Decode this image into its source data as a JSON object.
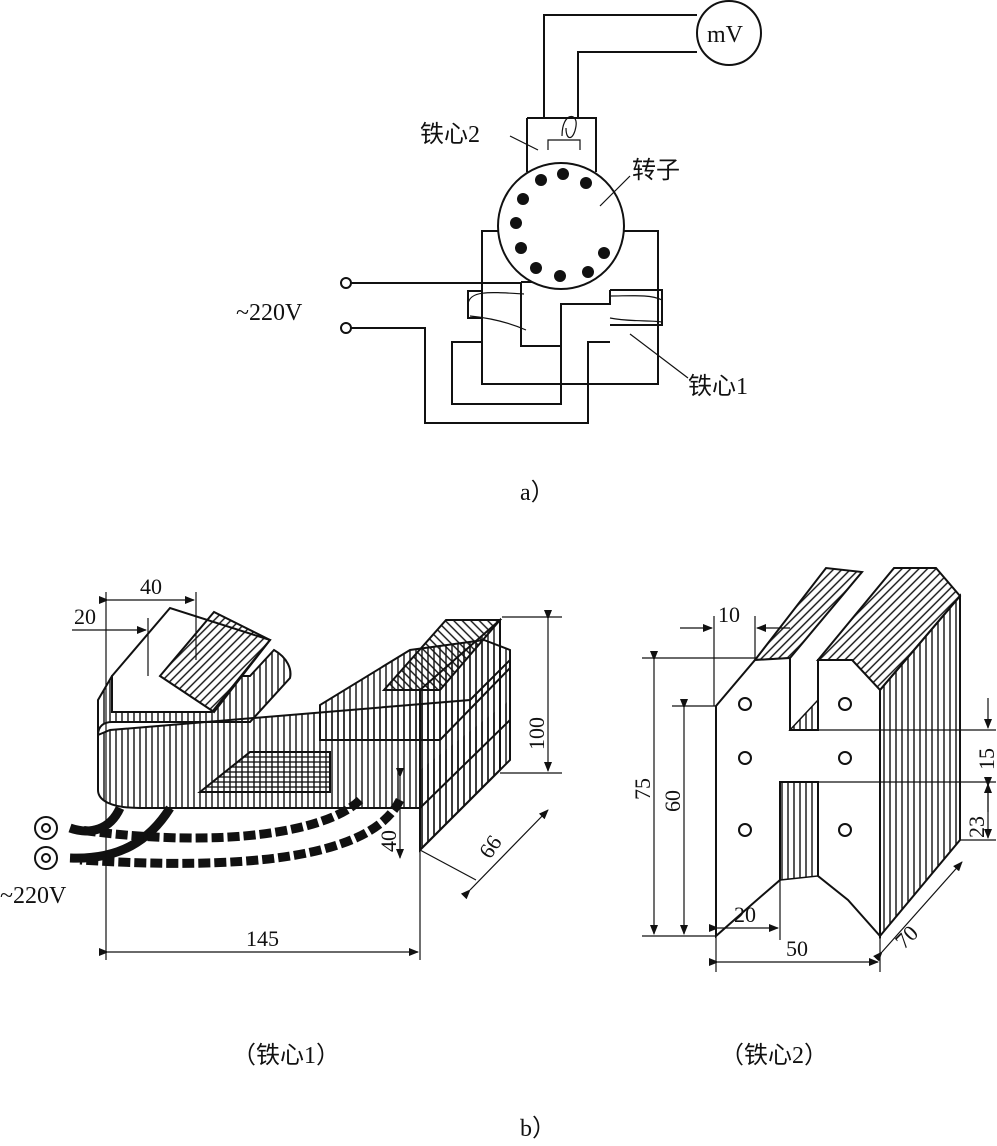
{
  "diagram_a": {
    "meter_label": "mV",
    "core2_label": "铁心2",
    "rotor_label": "转子",
    "core1_label": "铁心1",
    "supply_label": "~220V",
    "caption": "a）"
  },
  "diagram_b": {
    "core1": {
      "dim_top": "40",
      "dim_left": "20",
      "dim_height": "100",
      "dim_lower": "40",
      "dim_depth": "66",
      "dim_length": "145",
      "supply_label": "~220V",
      "caption": "（铁心1）"
    },
    "core2": {
      "dim_top": "10",
      "dim_height_outer": "75",
      "dim_height_inner": "60",
      "dim_slot": "15",
      "dim_lower": "23",
      "dim_bottom_slot": "20",
      "dim_width": "50",
      "dim_depth": "70",
      "caption": "（铁心2）"
    },
    "caption": "b）"
  }
}
